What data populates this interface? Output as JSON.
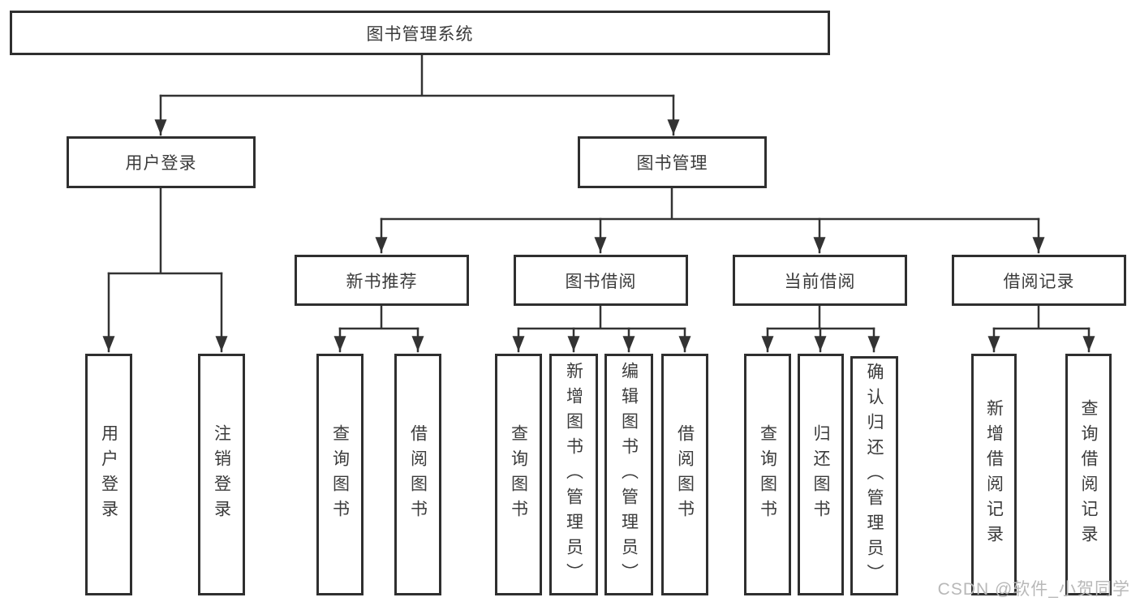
{
  "style": {
    "background": "#ffffff",
    "line_color": "#333333",
    "box_border_color": "#2f2f2f",
    "text_color": "#3b3b3b",
    "watermark_color": "#b8b8b8"
  },
  "diagram": {
    "title": "图书管理系统",
    "level2": [
      {
        "label": "用户登录"
      },
      {
        "label": "图书管理"
      }
    ],
    "level3": [
      {
        "label": "新书推荐",
        "parent": "图书管理"
      },
      {
        "label": "图书借阅",
        "parent": "图书管理"
      },
      {
        "label": "当前借阅",
        "parent": "图书管理"
      },
      {
        "label": "借阅记录",
        "parent": "图书管理"
      }
    ],
    "leaves": {
      "user": [
        "用户登录",
        "注销登录"
      ],
      "newbook": [
        "查询图书",
        "借阅图书"
      ],
      "borrow": [
        "查询图书",
        "新增图书（管理员）",
        "编辑图书（管理员）",
        "借阅图书"
      ],
      "current": [
        "查询图书",
        "归还图书",
        "确认归还（管理员）"
      ],
      "record": [
        "新增借阅记录",
        "查询借阅记录"
      ]
    }
  },
  "watermark": {
    "text": "CSDN @软件_小贺同学"
  }
}
